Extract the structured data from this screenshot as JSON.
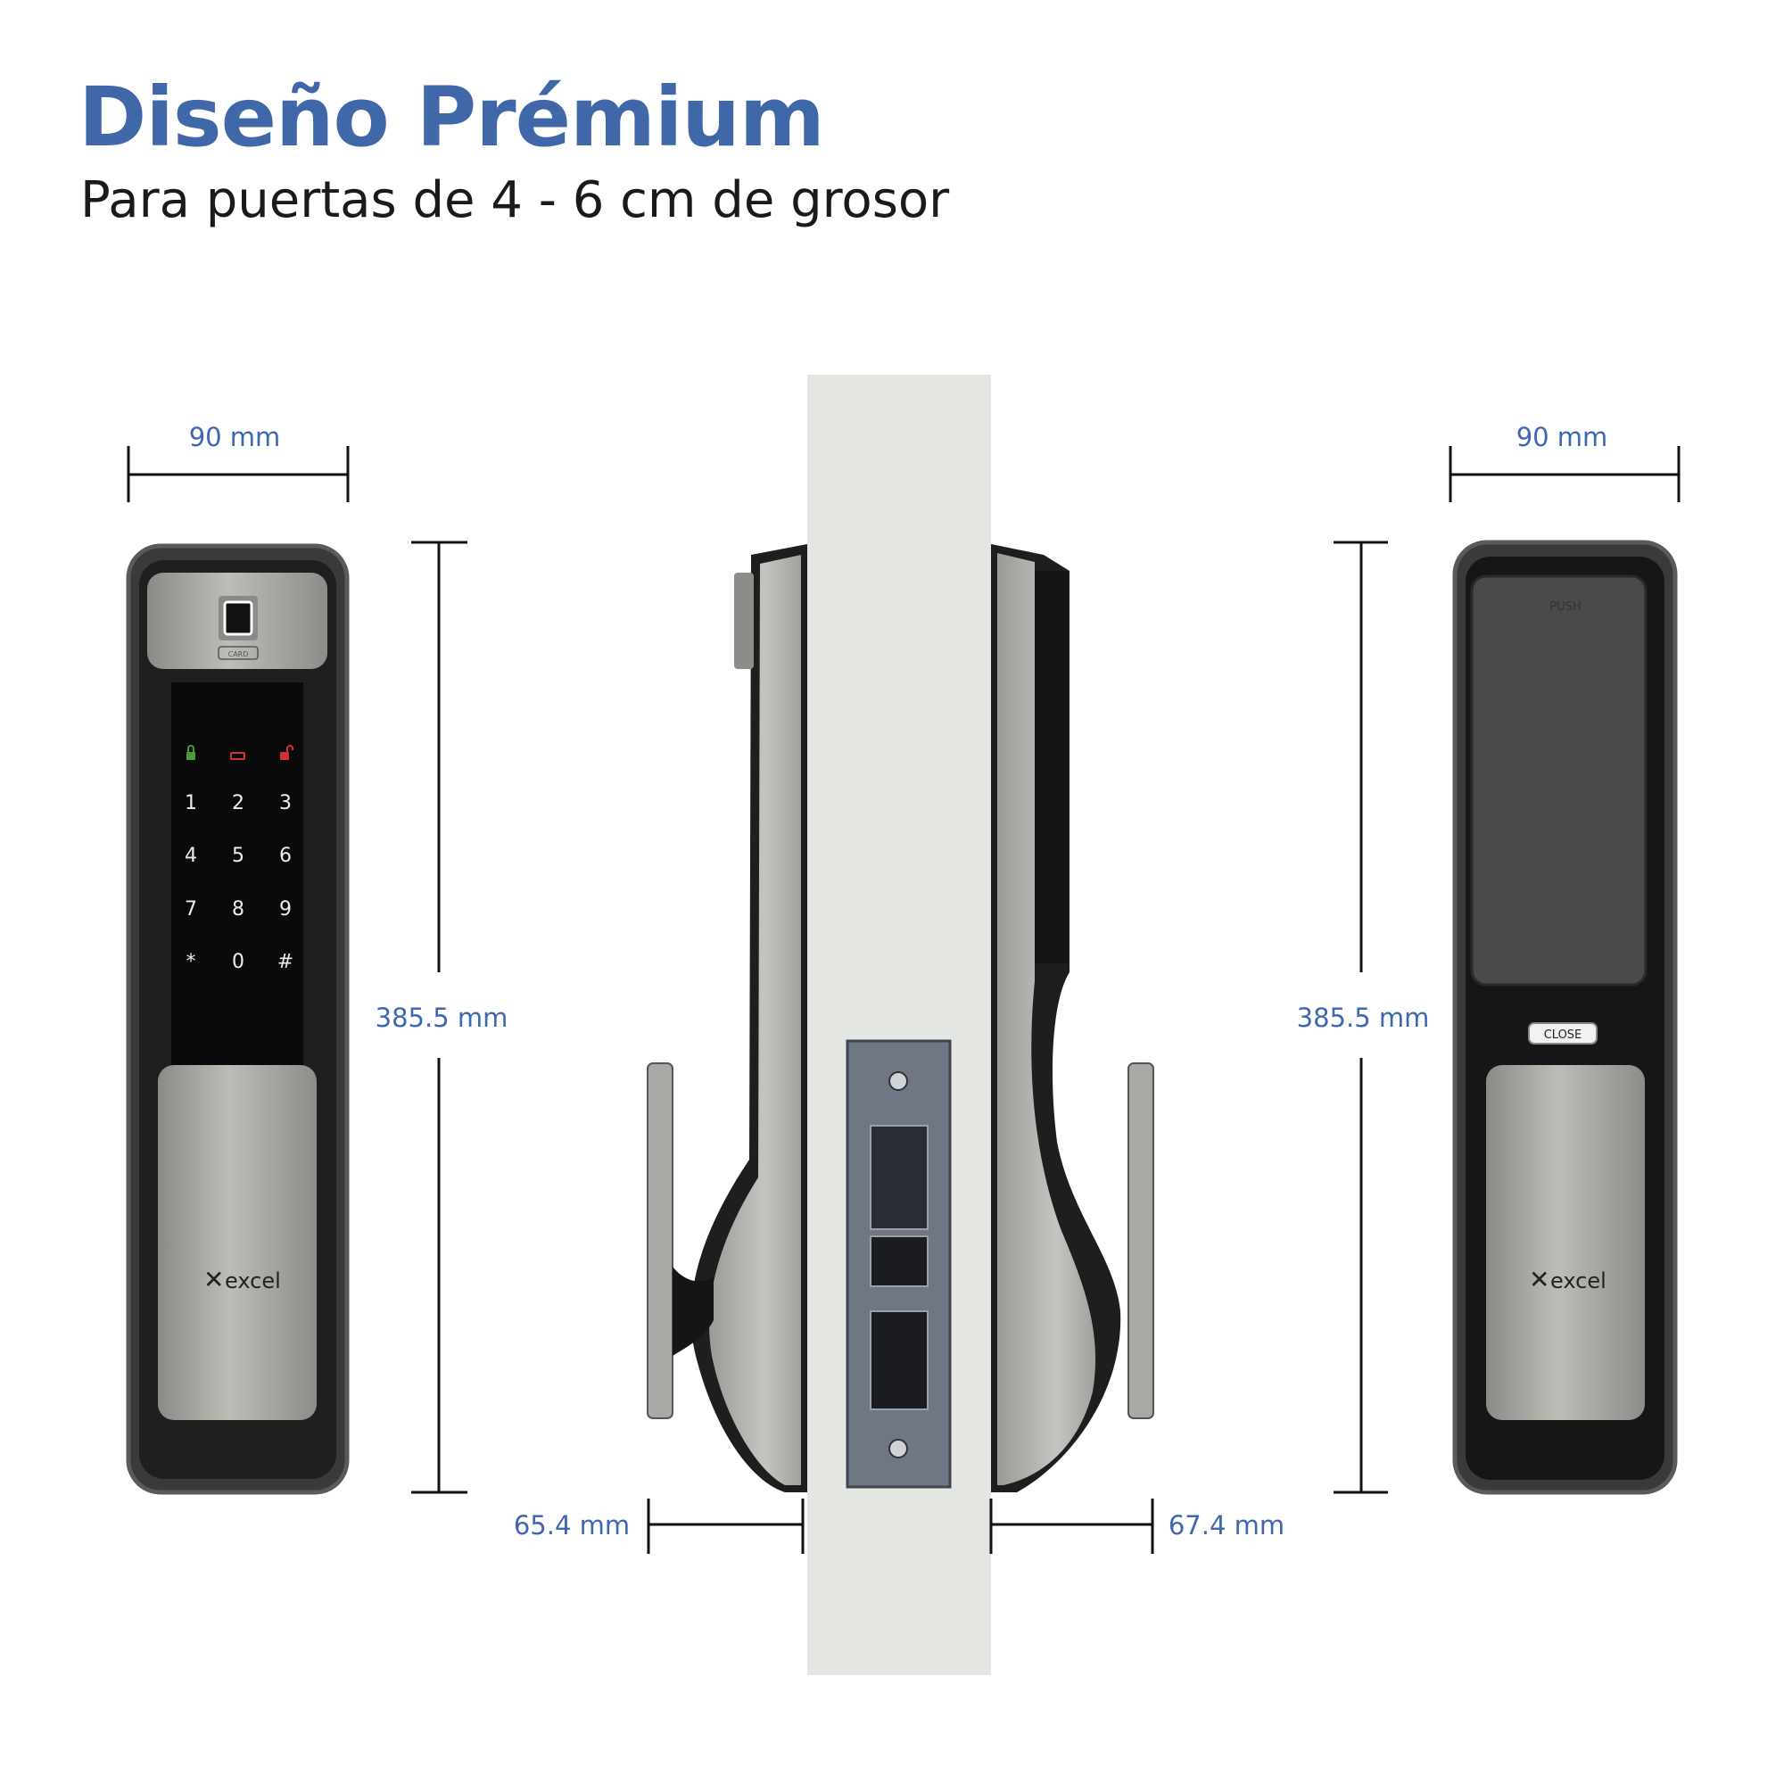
{
  "header": {
    "title": "Diseño Prémium",
    "subtitle": "Para puertas de 4 - 6 cm de grosor"
  },
  "dimensions": {
    "front_width": "90 mm",
    "front_height": "385.5 mm",
    "back_width": "90 mm",
    "back_height": "385.5 mm",
    "outer_depth": "65.4 mm",
    "inner_depth": "67.4 mm"
  },
  "front_lock": {
    "card_label": "CARD",
    "status_icons": [
      "lock-closed-icon",
      "battery-low-icon",
      "lock-open-icon"
    ],
    "keys": [
      "1",
      "2",
      "3",
      "4",
      "5",
      "6",
      "7",
      "8",
      "9",
      "*",
      "0",
      "#"
    ],
    "logo": "excel"
  },
  "back_lock": {
    "push_label": "PUSH",
    "close_label": "CLOSE",
    "logo": "excel"
  },
  "colors": {
    "title": "#4068a8",
    "dimension_text": "#3e68ae",
    "door": "#e4e6e1",
    "lock_body": "#2b2b2b",
    "brushed_metal": "#a9a9a5",
    "indicator_green": "#4a9a3a",
    "indicator_red": "#d23030"
  }
}
